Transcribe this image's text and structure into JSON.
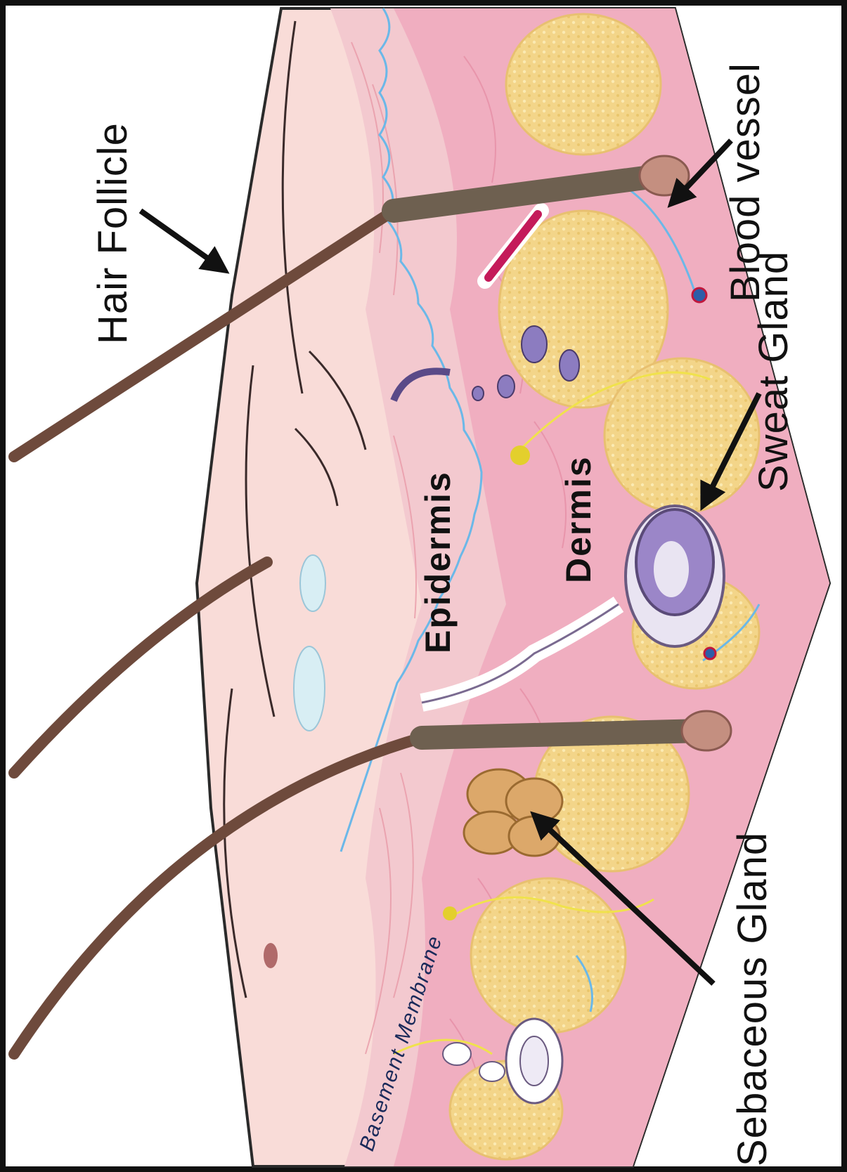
{
  "labels": {
    "hair_follicle": "Hair Follicle",
    "blood_vessel": "Blood vessel",
    "sweat_gland": "Sweat Gland",
    "sebaceous_gland": "Sebaceous Gland",
    "epidermis": "Epidermis",
    "dermis": "Dermis",
    "basement_membrane": "Basement Membrane"
  },
  "colors": {
    "border": "#111111",
    "skin_surface": "#f9dcd8",
    "epidermis": "#f3c9cf",
    "dermis": "#f0aec0",
    "fat": "#f3d589",
    "fat_dots": "#fbeab2",
    "hair": "#6e4a3c",
    "membrane_line": "#6bb8e8",
    "sweat_gland": "#9b86c8",
    "sebaceous_gland": "#dca86a",
    "nerve": "#f0e24c"
  }
}
